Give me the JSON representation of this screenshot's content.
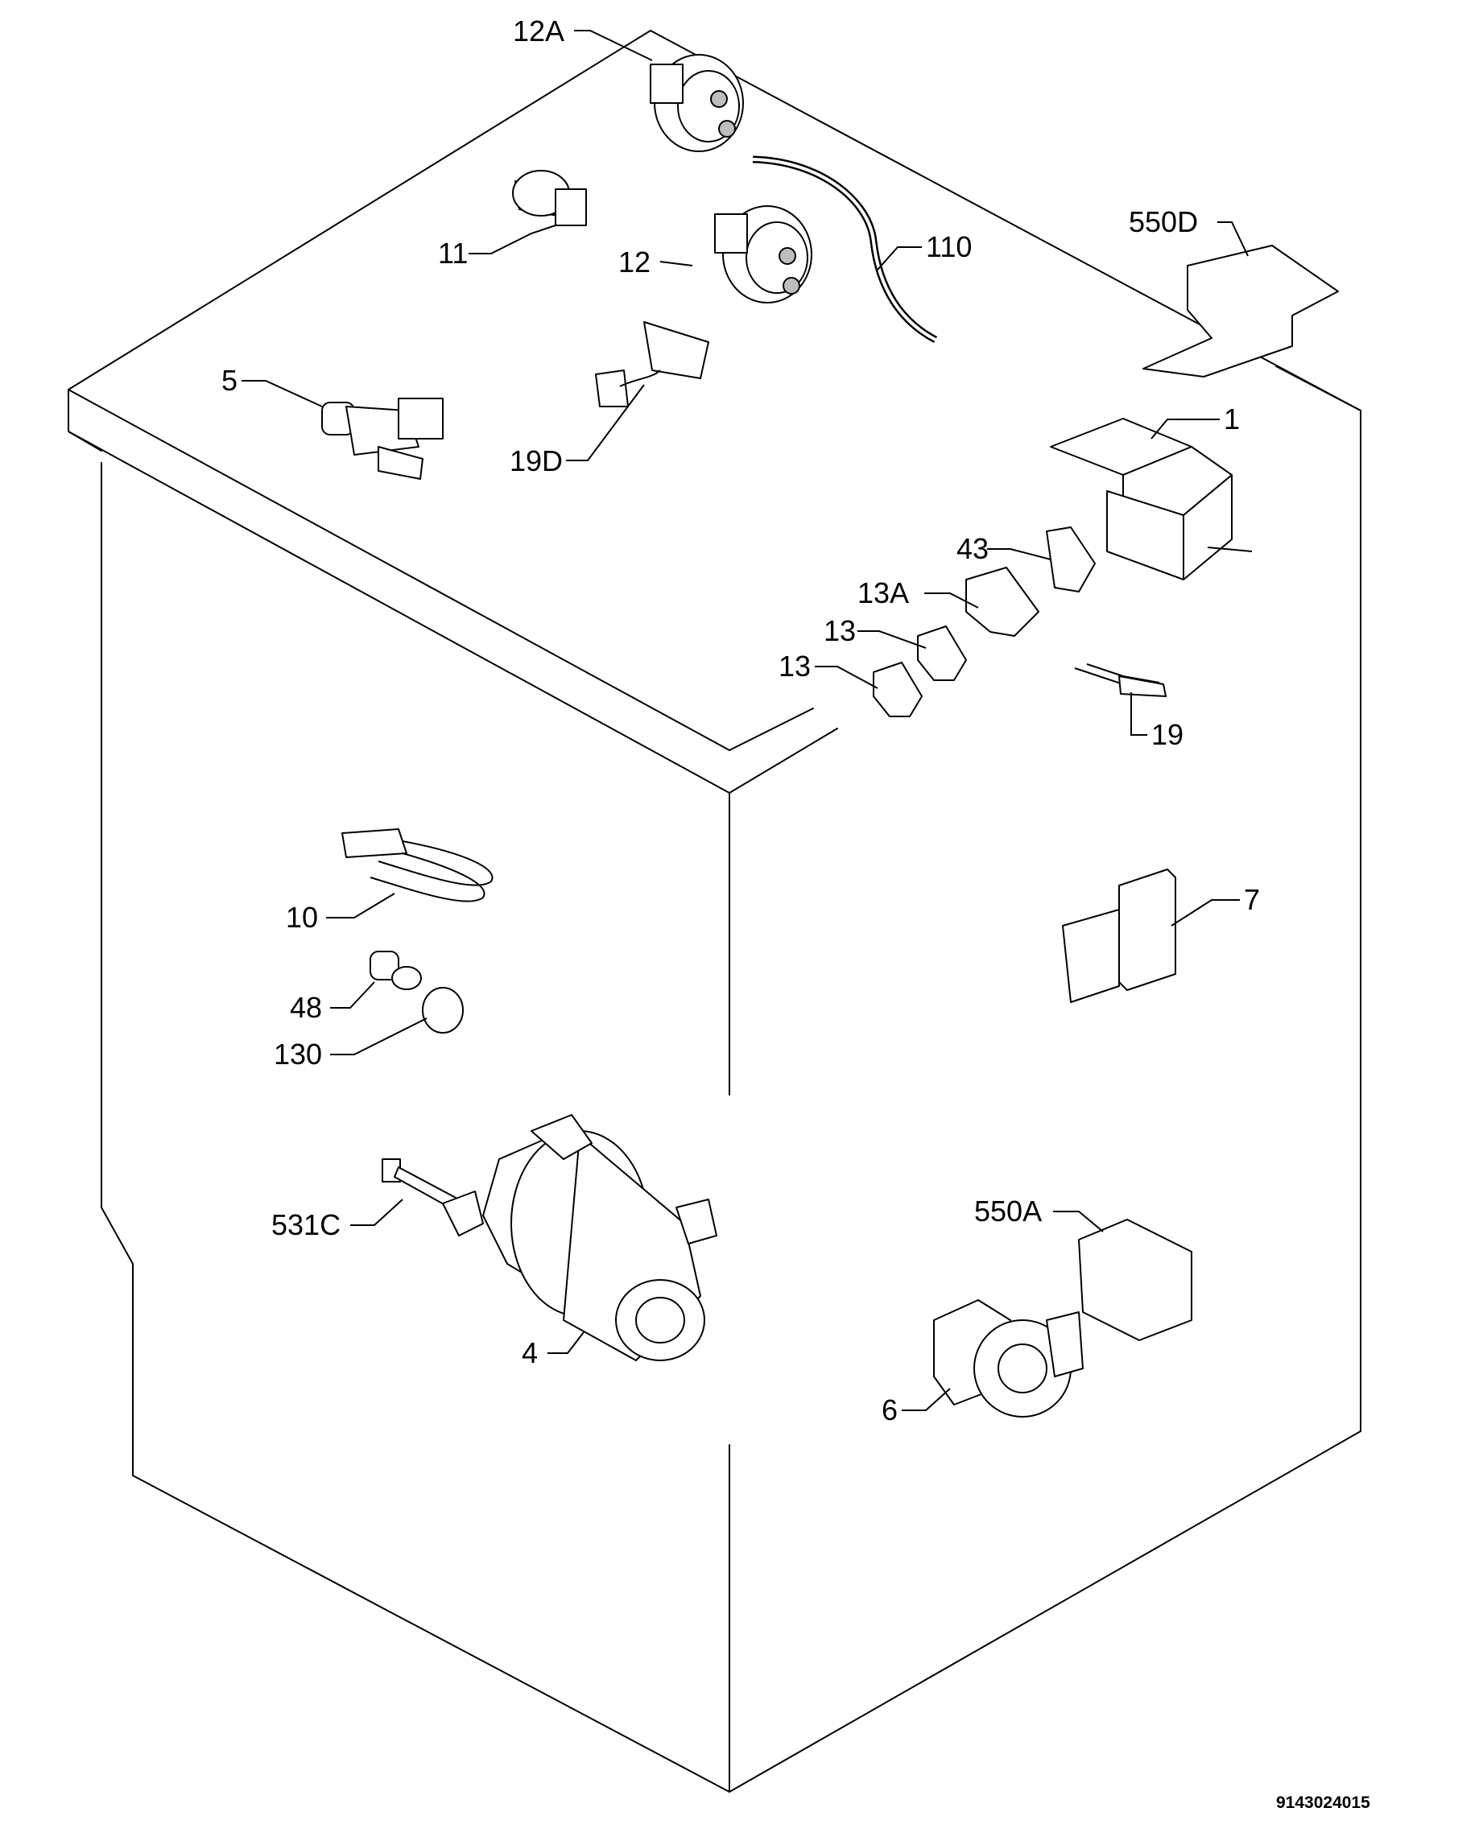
{
  "labels": {
    "l12A": "12A",
    "l11": "11",
    "l12": "12",
    "l110": "110",
    "l550D": "550D",
    "l5": "5",
    "l19D": "19D",
    "l1": "1",
    "l43": "43",
    "l13A": "13A",
    "l13a": "13",
    "l13b": "13",
    "l19": "19",
    "l10": "10",
    "l7": "7",
    "l48": "48",
    "l130": "130",
    "l531C": "531C",
    "l550A": "550A",
    "l4": "4",
    "l6": "6"
  },
  "drawing_code": "9143024015"
}
